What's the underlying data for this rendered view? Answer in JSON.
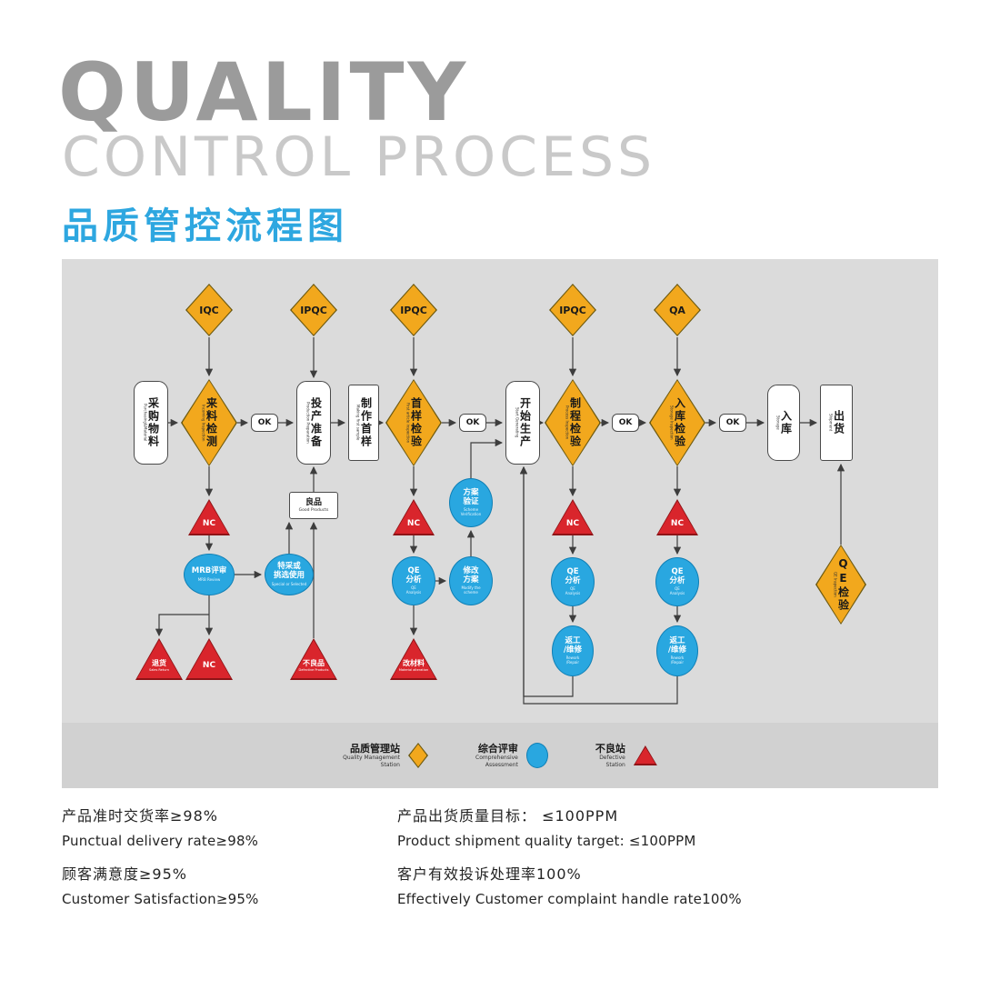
{
  "header": {
    "title_line1": "QUALITY",
    "title_line2": "CONTROL PROCESS",
    "subtitle": "品质管控流程图"
  },
  "checkpoints": {
    "c1": "IQC",
    "c2": "IPQC",
    "c3": "IPQC",
    "c4": "IPQC",
    "c5": "QA"
  },
  "labels": {
    "ok": "OK",
    "nc": "NC"
  },
  "nodes": {
    "purchase": {
      "zh": "采购物料",
      "en": "Purchasing&Material"
    },
    "incoming": {
      "zh": "来料检测",
      "en": "Incoming Inspection"
    },
    "prep": {
      "zh": "投产准备",
      "en": "Production Preparation"
    },
    "sample": {
      "zh": "制作首样",
      "en": "Making first sample"
    },
    "first_inspection": {
      "zh": "首样检验",
      "en": "First article inspection"
    },
    "start": {
      "zh": "开始生产",
      "en": "Start Generating"
    },
    "process_inspection": {
      "zh": "制程检验",
      "en": "Process Inspection"
    },
    "warehouse_inspection": {
      "zh": "入库检验",
      "en": "Storage Inspection"
    },
    "storage": {
      "zh": "入库",
      "en": "Storage"
    },
    "shipment": {
      "zh": "出货",
      "en": "Shipment"
    },
    "mrb": {
      "zh": "MRB评审",
      "en": "MRB Review"
    },
    "special": {
      "zh": "特采或\n挑选使用",
      "en": "Special or Selected"
    },
    "good": {
      "zh": "良品",
      "en": "Good Products"
    },
    "qe_analysis": {
      "zh": "QE\n分析",
      "en": "QE\nAnalysis"
    },
    "scheme_verification": {
      "zh": "方案\n验证",
      "en": "Scheme\nVerification"
    },
    "modify_scheme": {
      "zh": "修改\n方案",
      "en": "Modify the\nscheme"
    },
    "rework": {
      "zh": "返工\n/维修",
      "en": "Rework\n/Repair"
    },
    "sales_return": {
      "zh": "退货",
      "en": "Sales Return"
    },
    "defective": {
      "zh": "不良品",
      "en": "Defective Products"
    },
    "material": {
      "zh": "改材料",
      "en": "Material alteration"
    },
    "qe_inspection": {
      "zh": "QE检验",
      "en": "QE Inspection"
    }
  },
  "legend": {
    "quality_station": {
      "zh": "品质管理站",
      "en": "Quality Management\nStation"
    },
    "assessment": {
      "zh": "综合评审",
      "en": "Comprehensive\nAssessment"
    },
    "defective_station": {
      "zh": "不良站",
      "en": "Defective\nStation"
    }
  },
  "metrics": {
    "delivery": {
      "zh": "产品准时交货率≥98%",
      "en": "Punctual delivery rate≥98%"
    },
    "satisfaction": {
      "zh": "顾客满意度≥95%",
      "en": "Customer Satisfaction≥95%"
    },
    "shipment_quality": {
      "zh": "产品出货质量目标： ≤100PPM",
      "en": "Product shipment quality target: ≤100PPM"
    },
    "complaint": {
      "zh": "客户有效投诉处理率100%",
      "en": "Effectively Customer complaint handle rate100%"
    }
  },
  "colors": {
    "accent_blue": "#2ea7e0",
    "diamond_yellow": "#f2a81d",
    "triangle_red": "#d9252c",
    "ellipse_blue": "#29a7e0"
  }
}
